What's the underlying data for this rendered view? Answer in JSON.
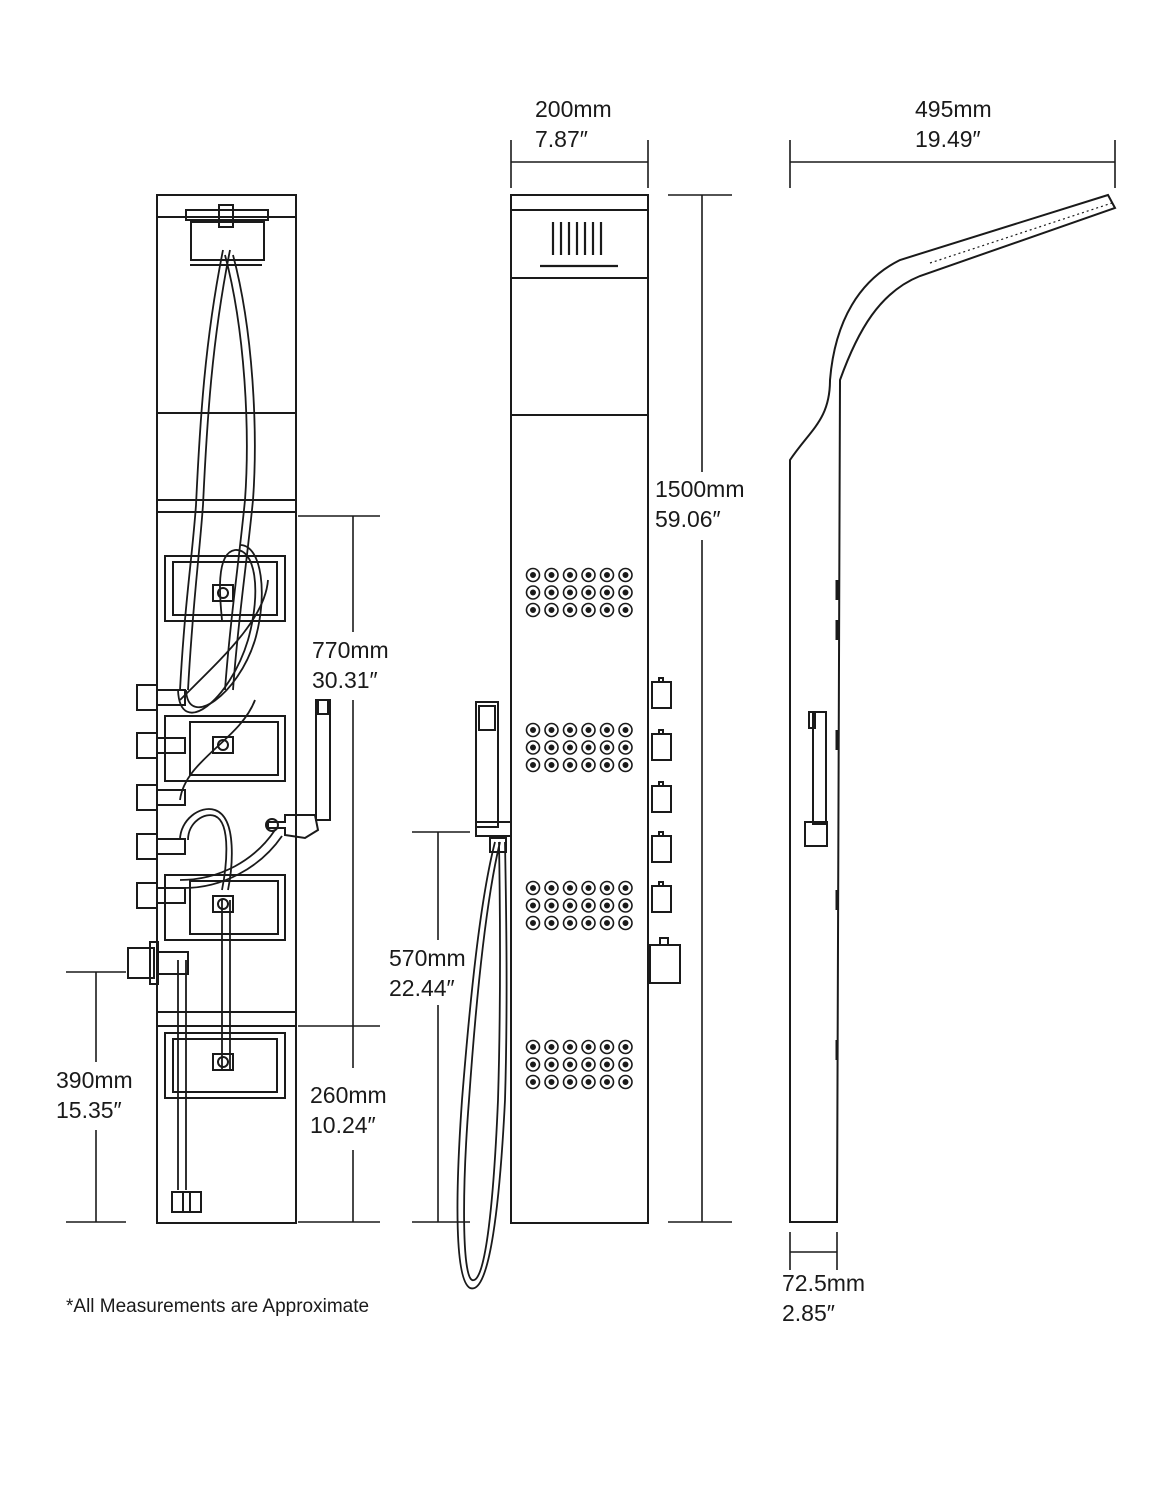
{
  "dimensions": {
    "width_front": {
      "mm": "200mm",
      "inch": "7.87″"
    },
    "depth_head": {
      "mm": "495mm",
      "inch": "19.49″"
    },
    "height_total": {
      "mm": "1500mm",
      "inch": "59.06″"
    },
    "height_valves": {
      "mm": "770mm",
      "inch": "30.31″"
    },
    "height_handshower": {
      "mm": "570mm",
      "inch": "22.44″"
    },
    "height_inlet": {
      "mm": "390mm",
      "inch": "15.35″"
    },
    "height_lower": {
      "mm": "260mm",
      "inch": "10.24″"
    },
    "depth_body": {
      "mm": "72.5mm",
      "inch": "2.85″"
    }
  },
  "note": "*All Measurements are Approximate",
  "colors": {
    "line": "#1a1a1a",
    "background": "#ffffff"
  }
}
